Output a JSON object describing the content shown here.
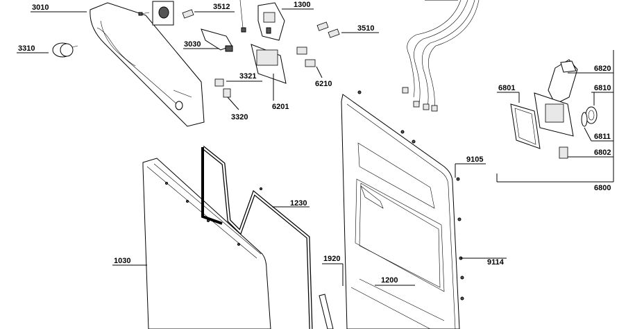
{
  "labels": {
    "p3010": "3010",
    "p3310": "3310",
    "p3512": "3512",
    "p1300": "1300",
    "p3510": "3510",
    "p3030": "3030",
    "p3321": "3321",
    "p6210": "6210",
    "p6201": "6201",
    "p3320": "3320",
    "p6820": "6820",
    "p6801": "6801",
    "p6810": "6810",
    "p6811": "6811",
    "p6802": "6802",
    "p6800": "6800",
    "p9105": "9105",
    "p1230": "1230",
    "p1030": "1030",
    "p1920": "1920",
    "p1200": "1200",
    "p9114": "9114"
  }
}
